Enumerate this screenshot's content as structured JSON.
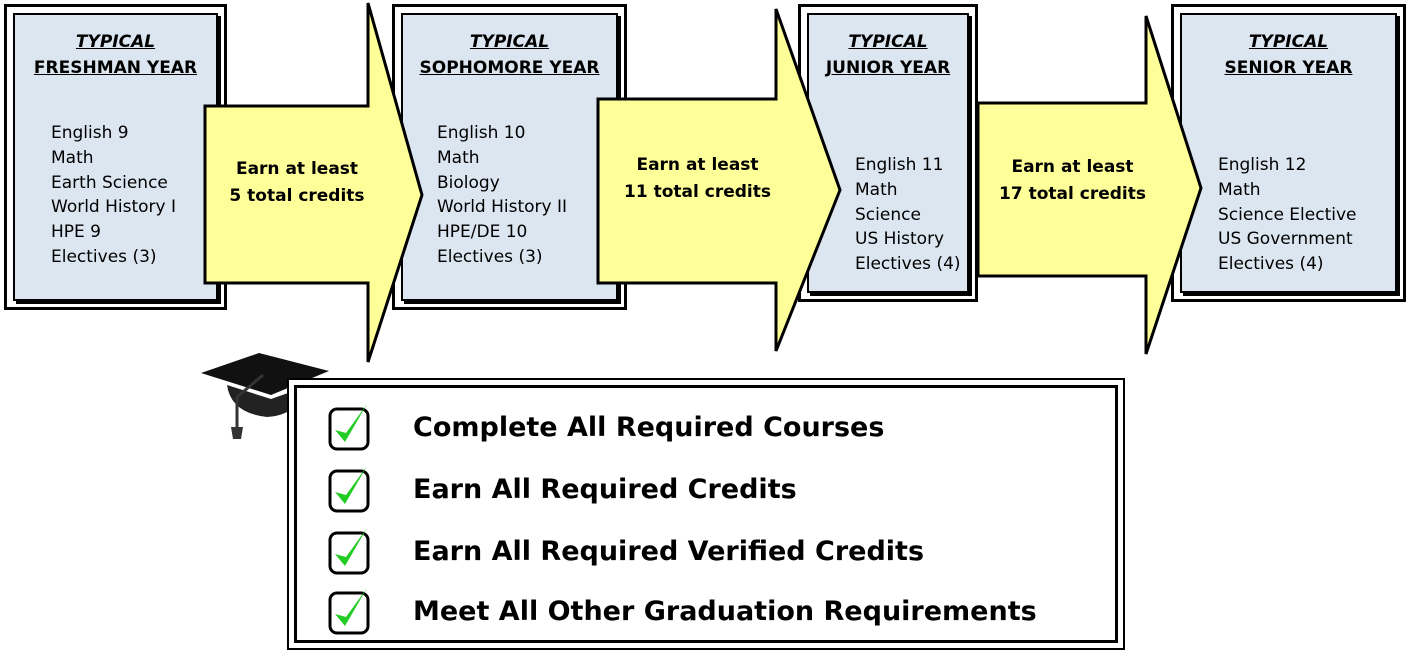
{
  "years": [
    {
      "typical": "TYPICAL",
      "title": "FRESHMAN YEAR",
      "courses": [
        "English 9",
        "Math",
        "Earth Science",
        "World History I",
        "HPE 9",
        "Electives (3)"
      ]
    },
    {
      "typical": "TYPICAL",
      "title": "SOPHOMORE YEAR",
      "courses": [
        "English 10",
        "Math",
        "Biology",
        "World History II",
        "HPE/DE 10",
        "Electives (3)"
      ]
    },
    {
      "typical": "TYPICAL",
      "title": "JUNIOR YEAR",
      "courses": [
        "English 11",
        "Math",
        "Science",
        "US History",
        "Electives (4)"
      ]
    },
    {
      "typical": "TYPICAL",
      "title": "SENIOR YEAR",
      "courses": [
        "English 12",
        "Math",
        "Science Elective",
        "US Government",
        "Electives (4)"
      ]
    }
  ],
  "arrows": [
    {
      "line1": "Earn at least",
      "line2": "5 total credits"
    },
    {
      "line1": "Earn at least",
      "line2": "11 total credits"
    },
    {
      "line1": "Earn at least",
      "line2": "17 total credits"
    }
  ],
  "checklist": [
    {
      "label": "Complete All Required Courses",
      "icon": "checkmark-icon"
    },
    {
      "label": "Earn All Required Credits",
      "icon": "checkmark-icon"
    },
    {
      "label": "Earn All Required Verified Credits",
      "icon": "checkmark-icon"
    },
    {
      "label": "Meet All Other Graduation Requirements",
      "icon": "checkmark-icon"
    }
  ],
  "colors": {
    "box_fill": "#dce6f1",
    "arrow_fill": "#ffff99",
    "check_green": "#22cc22"
  },
  "decor": {
    "icon": "graduation-cap-icon"
  }
}
